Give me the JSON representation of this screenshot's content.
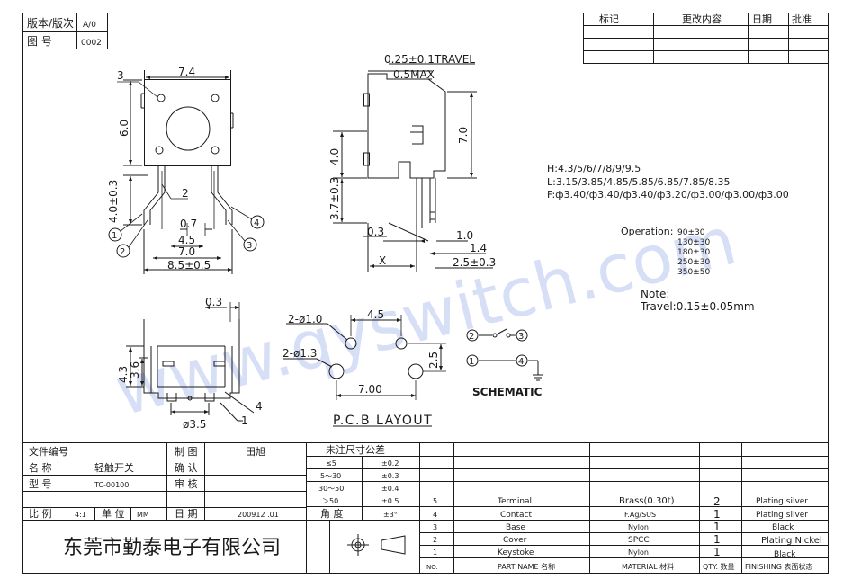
{
  "header": {
    "version_label": "版本/版次",
    "version_value": "A/0",
    "drawing_no_label": "图 号",
    "drawing_no_value": "0002"
  },
  "revision_table": {
    "headers": [
      "标记",
      "更改内容",
      "日期",
      "批准"
    ]
  },
  "watermark": "www.qyswitch.com",
  "front_view": {
    "callouts": [
      "3",
      "2",
      "1",
      "2",
      "3",
      "4"
    ],
    "dims": [
      "7.4",
      "6.0",
      "4.0±0.3",
      "0.7",
      "4.5",
      "7.0",
      "8.5±0.5"
    ]
  },
  "side_view": {
    "dims": [
      "0.25±0.1TRAVEL",
      "0.5MAX",
      "7.0",
      "4.0",
      "3.7±0.3",
      "0.3",
      "X",
      "1.0",
      "1.4",
      "2.5±0.3"
    ]
  },
  "bottom_view": {
    "dims": [
      "0.3",
      "4.3",
      "3.6",
      "ø3.5"
    ],
    "callouts": [
      "4",
      "1"
    ]
  },
  "pcb_layout": {
    "hole_labels": [
      "2-ø1.0",
      "2-ø1.3"
    ],
    "dims": [
      "4.5",
      "2.5",
      "7.00"
    ],
    "title": "P.C.B LAYOUT"
  },
  "schematic": {
    "pins": [
      "2",
      "3",
      "1",
      "4"
    ],
    "label": "SCHEMATIC"
  },
  "specs": {
    "h": "H:4.3/5/6/7/8/9/9.5",
    "l": "L:3.15/3.85/4.85/5.85/6.85/7.85/8.35",
    "f": "F:ф3.40/ф3.40/ф3.40/ф3.20/ф3.00/ф3.00/ф3.00",
    "operation_label": "Operation:",
    "operation_values": [
      "90±30",
      "130±30",
      "180±30",
      "250±30",
      "350±50"
    ],
    "note_label": "Note:",
    "note_text": "Travel:0.15±0.05mm"
  },
  "title_block": {
    "file_no_label": "文件编号",
    "name_label": "名 称",
    "name_value": "轻触开关",
    "model_label": "型 号",
    "model_value": "TC-00100",
    "scale_label": "比 例",
    "scale_value": "4:1",
    "unit_label": "单 位",
    "unit_value": "MM",
    "draw_label": "制 图",
    "draw_value": "田旭",
    "confirm_label": "确 认",
    "review_label": "审 核",
    "date_label": "日 期",
    "date_value": "200912 .01",
    "company": "东莞市勤泰电子有限公司",
    "tolerance": {
      "title": "未注尺寸公差",
      "rows": [
        {
          "range": "≤5",
          "tol": "±0.2"
        },
        {
          "range": "5～30",
          "tol": "±0.3"
        },
        {
          "range": "30～50",
          "tol": "±0.4"
        },
        {
          "range": "＞50",
          "tol": "±0.5"
        },
        {
          "range": "角 度",
          "tol": "±3°"
        }
      ]
    }
  },
  "bom": {
    "rows": [
      {
        "no": "5",
        "part": "Terminal",
        "material": "Brass(0.30t)",
        "qty": "2",
        "finish": "Plating silver"
      },
      {
        "no": "4",
        "part": "Contact",
        "material": "F.Ag/SUS",
        "qty": "1",
        "finish": "Plating silver"
      },
      {
        "no": "3",
        "part": "Base",
        "material": "Nylon",
        "qty": "1",
        "finish": "Black"
      },
      {
        "no": "2",
        "part": "Cover",
        "material": "SPCC",
        "qty": "1",
        "finish": "Plating Nickel"
      },
      {
        "no": "1",
        "part": "Keystoke",
        "material": "Nylon",
        "qty": "1",
        "finish": "Black"
      }
    ],
    "headers": {
      "no": "NO.",
      "part": "PART NAME 名称",
      "material": "MATERIAL 材料",
      "qty": "QTY. 数量",
      "finish": "FINISHING 表面状态"
    }
  },
  "colors": {
    "line": "#1a1a1a",
    "watermark": "#4a6fd8"
  }
}
